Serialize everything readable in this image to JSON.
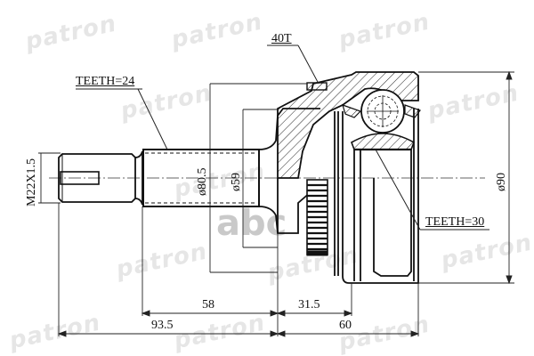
{
  "diagram": {
    "subject": "CV joint (outer) technical drawing",
    "watermarks": {
      "brand": "patron",
      "secondary": "abc"
    },
    "callouts": {
      "shaft_teeth": "TEETH=24",
      "abs_ring": "40T",
      "inner_teeth": "TEETH=30"
    },
    "dimensions": {
      "thread": "M22X1.5",
      "dia_spline": "ø80.5",
      "dia_neck": "ø59",
      "dia_body": "ø90",
      "len_shaft_to_face": "58",
      "len_total_shaft": "93.5",
      "len_face_to_body": "31.5",
      "len_body": "60"
    }
  }
}
